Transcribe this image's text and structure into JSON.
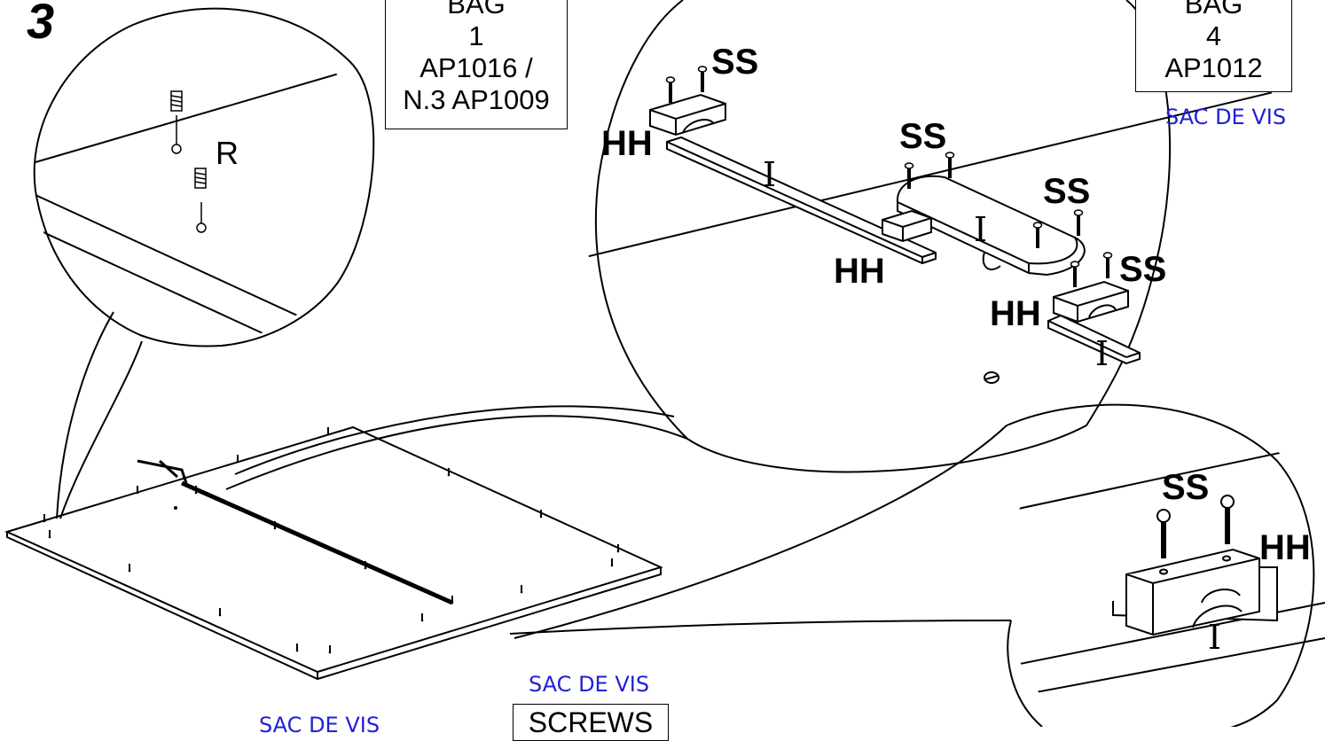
{
  "step": "3",
  "detail_left": {
    "hole_label": "R"
  },
  "bag1": {
    "line1": "BAG",
    "line2": "1",
    "line3": "AP1016 /",
    "line4": "N.3 AP1009"
  },
  "bag4": {
    "line1": "BAG",
    "line2": "4",
    "line3": "AP1012",
    "caption": "SAC DE VIS"
  },
  "detail_right": {
    "ss_labels": [
      "SS",
      "SS",
      "SS",
      "SS"
    ],
    "hh_labels": [
      "HH",
      "HH",
      "HH"
    ],
    "part_labels": [
      "I",
      "I",
      "I"
    ]
  },
  "detail_bottom": {
    "ss_label": "SS",
    "hh_label": "HH",
    "part_label": "I"
  },
  "captions": {
    "sac_de_vis_center": "SAC DE VIS",
    "sac_de_vis_bottom": "SAC DE VIS",
    "screws": "SCREWS"
  },
  "colors": {
    "line": "#000000",
    "caption_blue": "#1f1fd6"
  }
}
